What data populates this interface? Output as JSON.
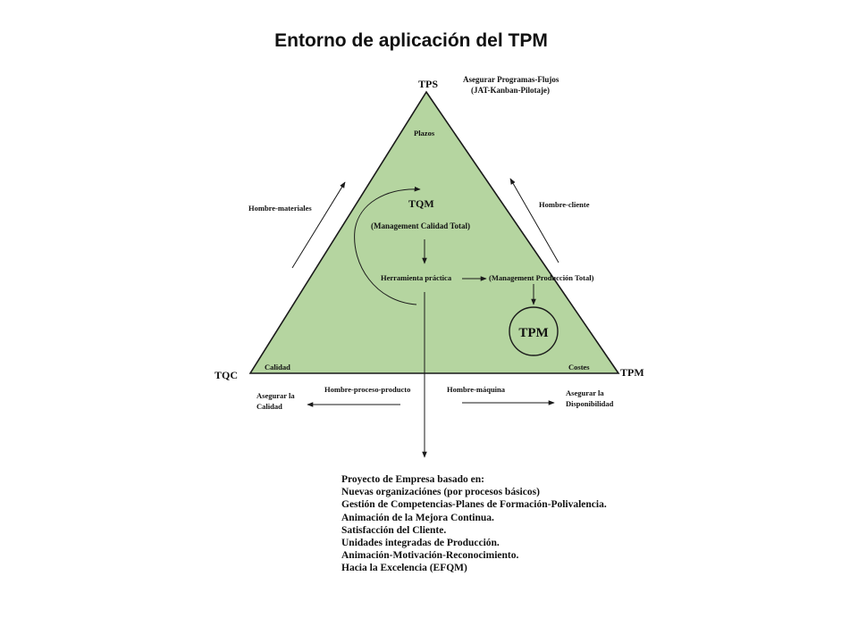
{
  "title": "Entorno de aplicación del TPM",
  "diagram": {
    "colors": {
      "triangle_fill": "#b5d5a0",
      "stroke": "#1a1a1a"
    },
    "vertices": {
      "top": "TPS",
      "left": "TQC",
      "right": "TPM"
    },
    "top_note": {
      "line1": "Asegurar Programas-Flujos",
      "line2": "(JAT-Kanban-Pilotaje)"
    },
    "corners": {
      "top": "Plazos",
      "left": "Calidad",
      "right": "Costes"
    },
    "center": {
      "tqm": "TQM",
      "tqm_sub": "(Management Calidad Total)",
      "tool": "Herramienta práctica",
      "mpt": "(Management Producción Total)",
      "tpm_circle": "TPM"
    },
    "sides": {
      "left": "Hombre-materiales",
      "right": "Hombre-cliente",
      "bottom_left": "Hombre-proceso-producto",
      "bottom_right": "Hombre-máquina"
    },
    "outcomes": {
      "left": {
        "line1": "Asegurar la",
        "line2": "Calidad"
      },
      "right": {
        "line1": "Asegurar la",
        "line2": "Disponibilidad"
      }
    }
  },
  "project_list": [
    "Proyecto de Empresa basado en:",
    "Nuevas organizaciónes (por procesos básicos)",
    "Gestión de Competencias-Planes de Formación-Polivalencia.",
    "Animación de la Mejora Continua.",
    "Satisfacción del Cliente.",
    "Unidades integradas de Producción.",
    "Animación-Motivación-Reconocimiento.",
    "Hacia la Excelencia (EFQM)"
  ]
}
